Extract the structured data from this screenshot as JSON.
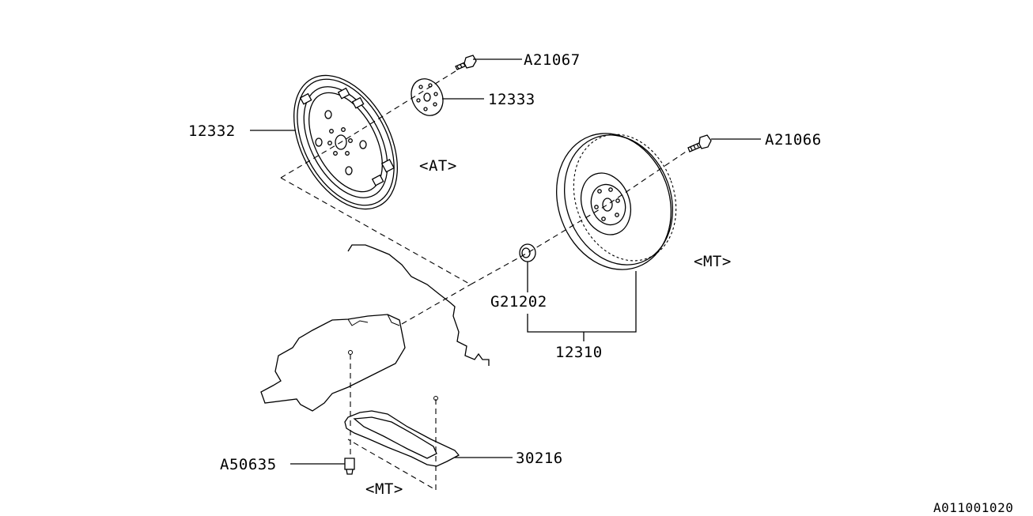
{
  "diagram": {
    "parts": {
      "bolt_at": "A21067",
      "plate_at": "12333",
      "drive_plate": "12332",
      "bolt_mt": "A21066",
      "pilot_bearing": "G21202",
      "flywheel_assy": "12310",
      "bolt_cover": "A50635",
      "cover": "30216"
    },
    "variants": {
      "at": "<AT>",
      "mt_flywheel": "<MT>",
      "mt_cover": "<MT>"
    },
    "reference_code": "A011001020"
  }
}
